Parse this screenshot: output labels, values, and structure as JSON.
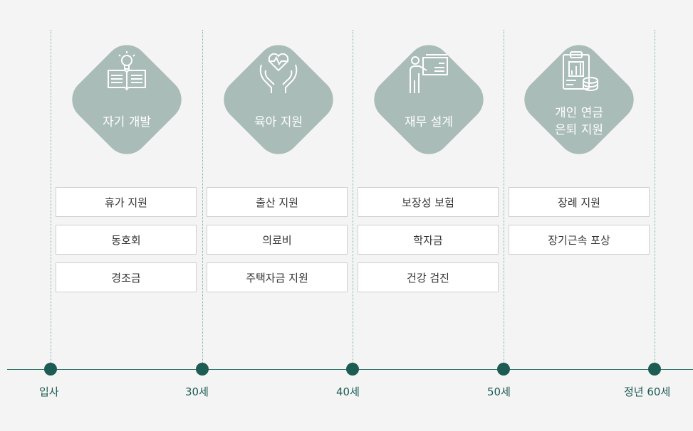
{
  "colors": {
    "accent": "#1d5c53",
    "diamond": "#a9bcb8",
    "line": "#2f7468"
  },
  "stages": [
    {
      "title": "자기 개발",
      "icon": "book-lightbulb-icon",
      "items": [
        "휴가 지원",
        "동호회",
        "경조금"
      ]
    },
    {
      "title": "육아 지원",
      "icon": "hands-heart-icon",
      "items": [
        "출산 지원",
        "의료비",
        "주택자금 지원"
      ]
    },
    {
      "title": "재무 설계",
      "icon": "presentation-board-icon",
      "items": [
        "보장성 보험",
        "학자금",
        "건강 검진"
      ]
    },
    {
      "title": "개인 연금\n은퇴 지원",
      "icon": "clipboard-chart-coins-icon",
      "items": [
        "장례 지원",
        "장기근속 포상"
      ]
    }
  ],
  "timeline": {
    "labels": [
      "입사",
      "30세",
      "40세",
      "50세",
      "정년 60세"
    ]
  }
}
